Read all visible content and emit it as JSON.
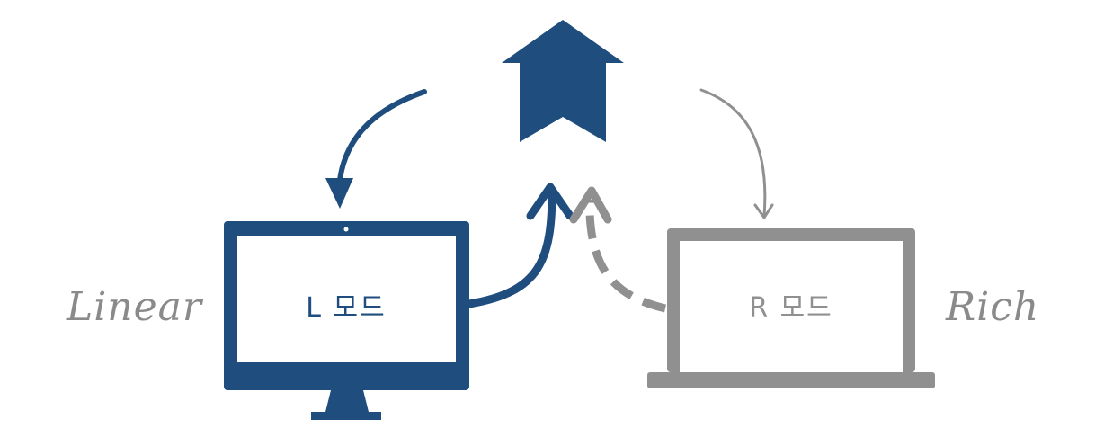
{
  "labels": {
    "left_side": "Linear",
    "right_side": "Rich",
    "left_screen": "L 모드",
    "right_screen": "R 모드"
  },
  "colors": {
    "primary": "#1f4e7e",
    "secondary": "#909090",
    "label_gray": "#8a8a8a",
    "background": "#ffffff"
  },
  "icons": {
    "top": "home-upload-icon",
    "left_device": "desktop-monitor-icon",
    "right_device": "laptop-icon"
  }
}
